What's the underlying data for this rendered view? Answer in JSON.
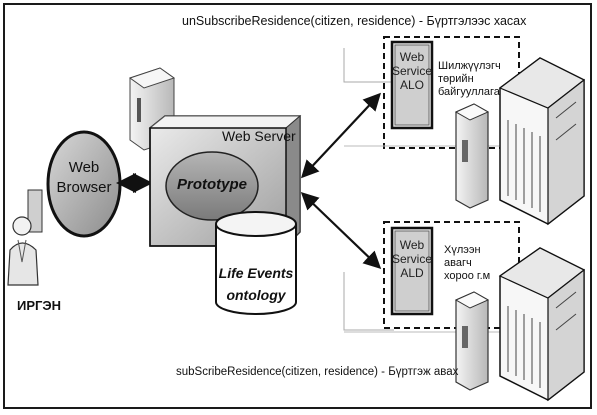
{
  "top_caption": "unSubscribeResidence(citizen, residence) - Бүртгэлээс хасах",
  "bottom_caption": "subScribeResidence(citizen, residence) - Бүртгэж авах",
  "citizen_label": "ИРГЭН",
  "browser": {
    "line1": "Web",
    "line2": "Browser"
  },
  "web_server": {
    "title": "Web Server",
    "prototype": "Prototype",
    "ontology_line1": "Life Events",
    "ontology_line2": "ontology"
  },
  "service_top": {
    "line1": "Web",
    "line2": "Service",
    "line3": "ALO",
    "org_line1": "Шилжүүлэгч",
    "org_line2": "төрийн",
    "org_line3": "байгууллага"
  },
  "service_bottom": {
    "line1": "Web",
    "line2": "Service",
    "line3": "ALD",
    "org_line1": "Хүлээн",
    "org_line2": "авагч",
    "org_line3": "хороо г.м"
  }
}
